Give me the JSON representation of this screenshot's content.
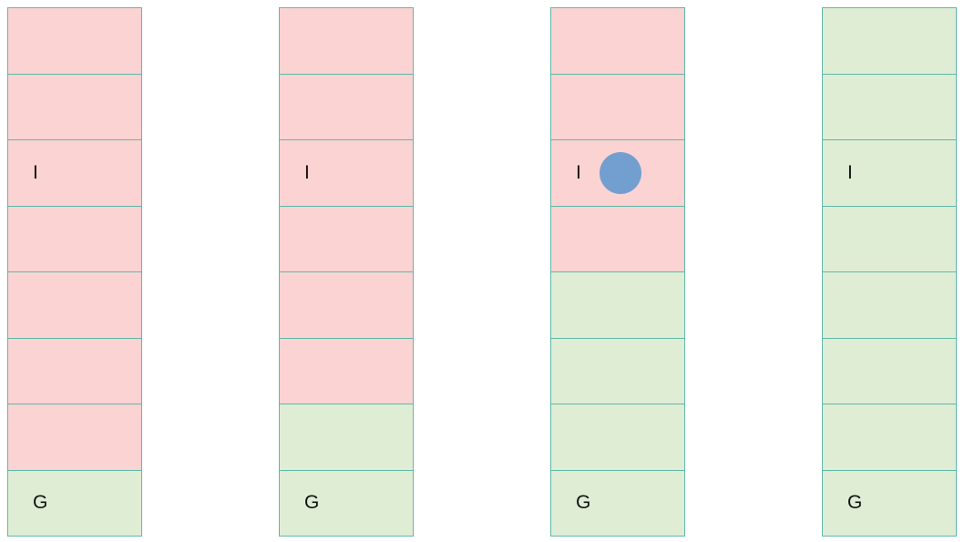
{
  "colors": {
    "red_cell": "#fbd3d2",
    "green_cell": "#e0edd5",
    "grid_line": "#5fb8a8",
    "agent": "#729fcf"
  },
  "columns": [
    {
      "cells": [
        {
          "state": "red",
          "label": ""
        },
        {
          "state": "red",
          "label": ""
        },
        {
          "state": "red",
          "label": "I"
        },
        {
          "state": "red",
          "label": ""
        },
        {
          "state": "red",
          "label": ""
        },
        {
          "state": "red",
          "label": ""
        },
        {
          "state": "red",
          "label": ""
        },
        {
          "state": "green",
          "label": "G"
        }
      ],
      "agent_cell": null
    },
    {
      "cells": [
        {
          "state": "red",
          "label": ""
        },
        {
          "state": "red",
          "label": ""
        },
        {
          "state": "red",
          "label": "I"
        },
        {
          "state": "red",
          "label": ""
        },
        {
          "state": "red",
          "label": ""
        },
        {
          "state": "red",
          "label": ""
        },
        {
          "state": "green",
          "label": ""
        },
        {
          "state": "green",
          "label": "G"
        }
      ],
      "agent_cell": null
    },
    {
      "cells": [
        {
          "state": "red",
          "label": ""
        },
        {
          "state": "red",
          "label": ""
        },
        {
          "state": "red",
          "label": "I"
        },
        {
          "state": "red",
          "label": ""
        },
        {
          "state": "green",
          "label": ""
        },
        {
          "state": "green",
          "label": ""
        },
        {
          "state": "green",
          "label": ""
        },
        {
          "state": "green",
          "label": "G"
        }
      ],
      "agent_cell": 2
    },
    {
      "cells": [
        {
          "state": "green",
          "label": ""
        },
        {
          "state": "green",
          "label": ""
        },
        {
          "state": "green",
          "label": "I"
        },
        {
          "state": "green",
          "label": ""
        },
        {
          "state": "green",
          "label": ""
        },
        {
          "state": "green",
          "label": ""
        },
        {
          "state": "green",
          "label": ""
        },
        {
          "state": "green",
          "label": "G"
        }
      ],
      "agent_cell": null
    }
  ]
}
